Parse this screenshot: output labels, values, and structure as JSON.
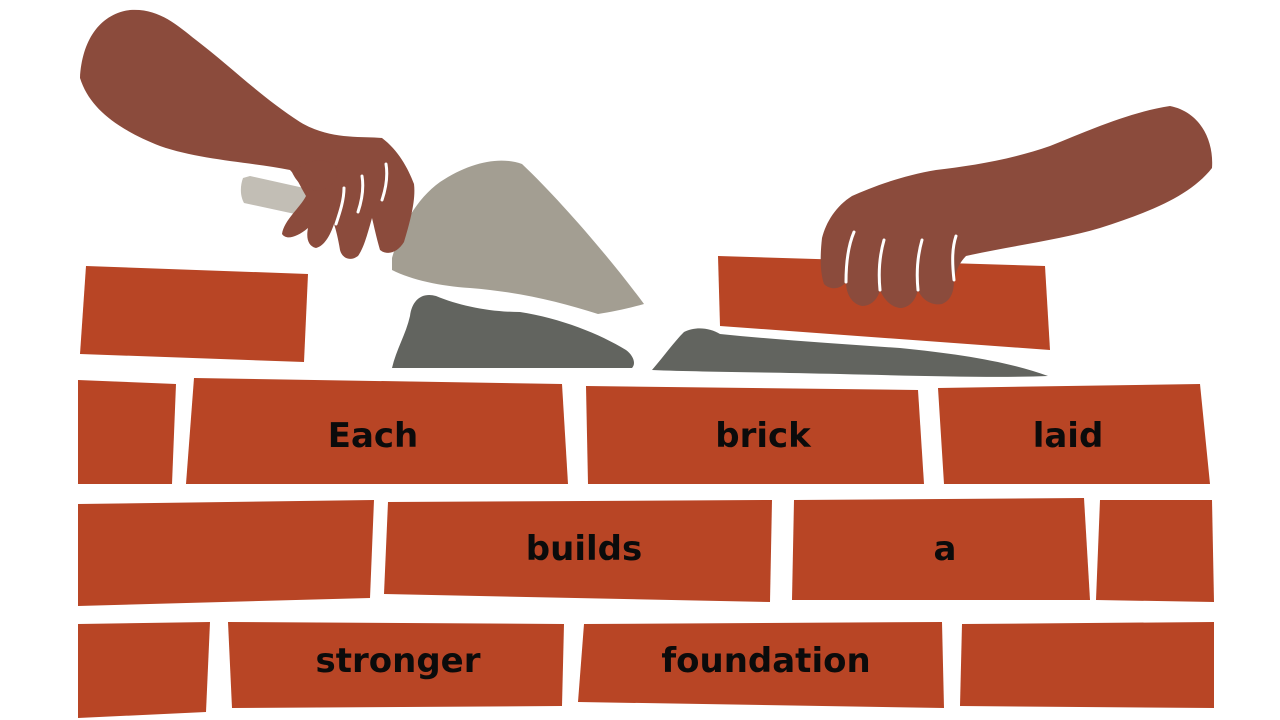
{
  "colors": {
    "brick": "#b84525",
    "skin": "#8b4b3c",
    "trowel_blade": "#a39e92",
    "trowel_handle": "#c2beb5",
    "mortar": "#62645f",
    "text": "#0b0b0b",
    "background": "#ffffff"
  },
  "illustration": {
    "left_hand": "hand-holding-trowel",
    "right_hand": "hand-placing-brick"
  },
  "words": {
    "w1": "Each",
    "w2": "brick",
    "w3": "laid",
    "w4": "builds",
    "w5": "a",
    "w6": "stronger",
    "w7": "foundation"
  }
}
